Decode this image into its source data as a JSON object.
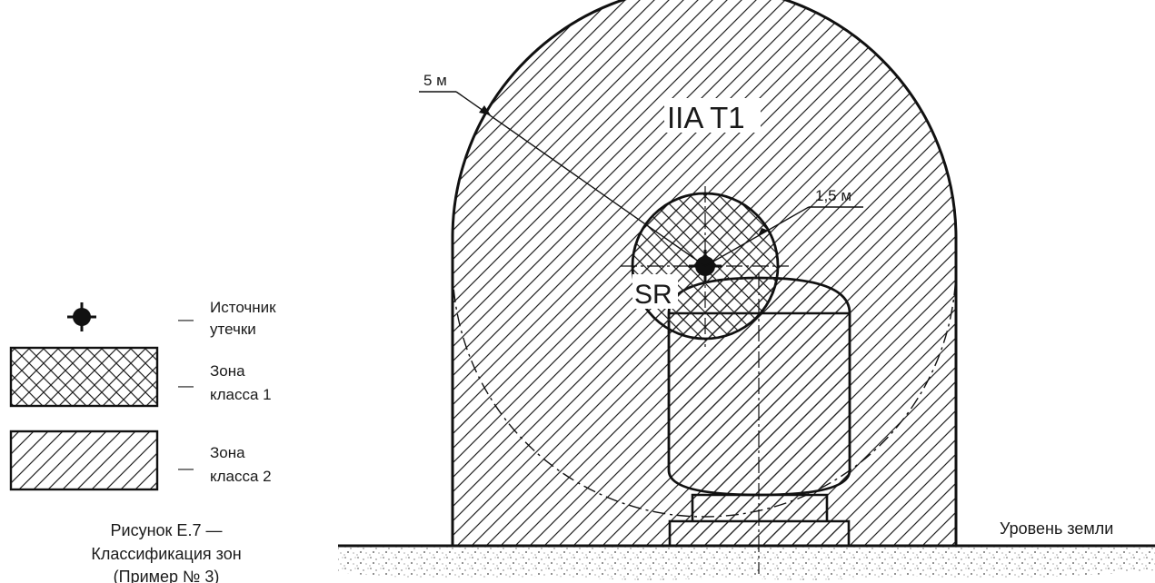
{
  "diagram": {
    "labels": {
      "gas_group": "IIA T1",
      "release_source_code": "SR",
      "radius_outer": "5 м",
      "radius_inner": "1,5 м",
      "ground_level": "Уровень земли"
    }
  },
  "legend": {
    "dash": "—",
    "items": [
      {
        "label_line1": "Источник",
        "label_line2": "утечки",
        "icon": "leak-source-symbol"
      },
      {
        "label_line1": "Зона",
        "label_line2": "класса 1",
        "icon": "crosshatch-swatch"
      },
      {
        "label_line1": "Зона",
        "label_line2": "класса 2",
        "icon": "diagonal-hatch-swatch"
      }
    ]
  },
  "caption": {
    "line1": "Рисунок Е.7 —",
    "line2": "Классификация зон",
    "line3": "(Пример № 3)"
  }
}
